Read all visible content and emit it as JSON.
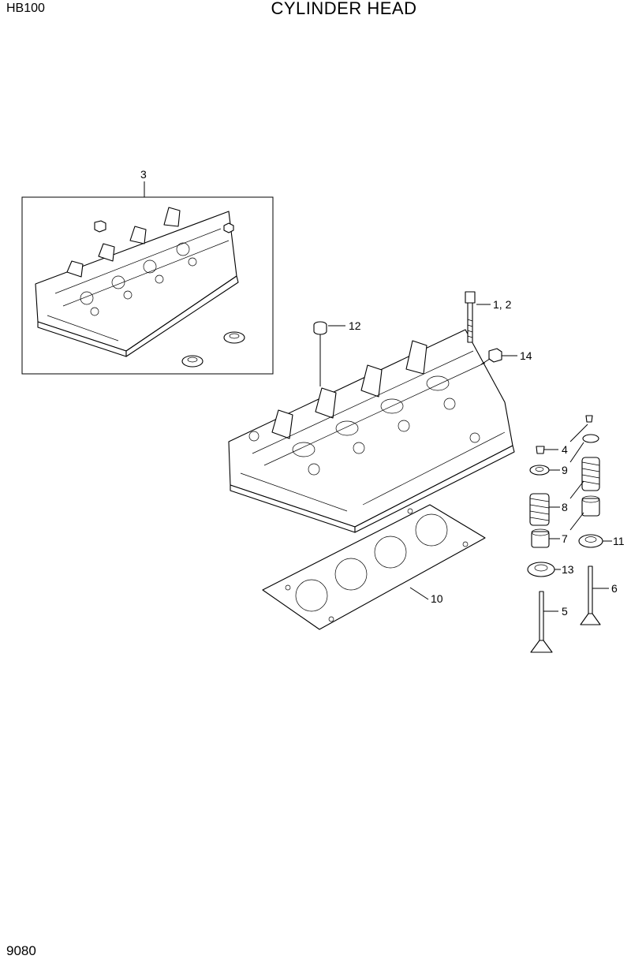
{
  "header": {
    "model": "HB100",
    "title": "CYLINDER HEAD"
  },
  "footer": {
    "page_number": "9080"
  },
  "callouts": {
    "c1_2": "1, 2",
    "c3": "3",
    "c4": "4",
    "c5": "5",
    "c6": "6",
    "c7": "7",
    "c8": "8",
    "c9": "9",
    "c10": "10",
    "c11": "11",
    "c12": "12",
    "c13": "13",
    "c14": "14"
  }
}
